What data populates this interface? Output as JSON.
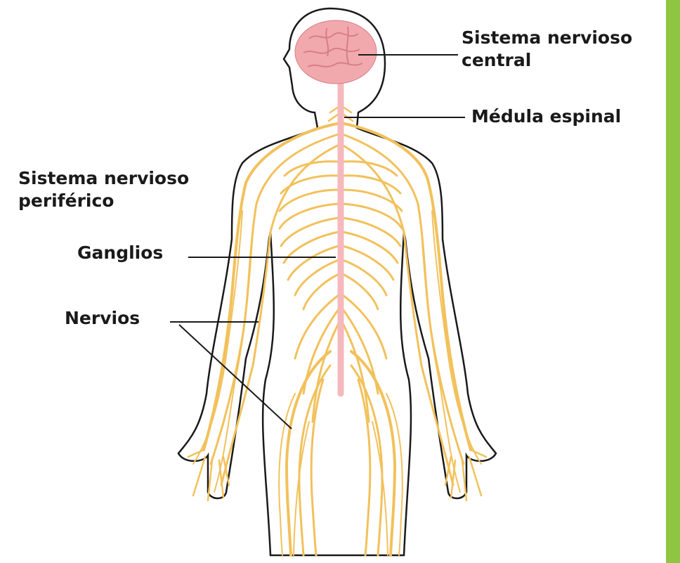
{
  "colors": {
    "background": "#ffffff",
    "accent_bar": "#8ec641",
    "body_outline": "#1a1a1a",
    "brain": "#f2a9ad",
    "brain_detail": "#d47f86",
    "spinal_cord": "#f5b9bd",
    "nerves": "#f2c15b",
    "leader_line": "#1a1a1a"
  },
  "labels": {
    "cns": [
      "Sistema nervioso",
      "central"
    ],
    "spinal_cord": "Médula espinal",
    "pns": [
      "Sistema nervioso",
      "periférico"
    ],
    "ganglia": "Ganglios",
    "nerves": "Nervios"
  }
}
